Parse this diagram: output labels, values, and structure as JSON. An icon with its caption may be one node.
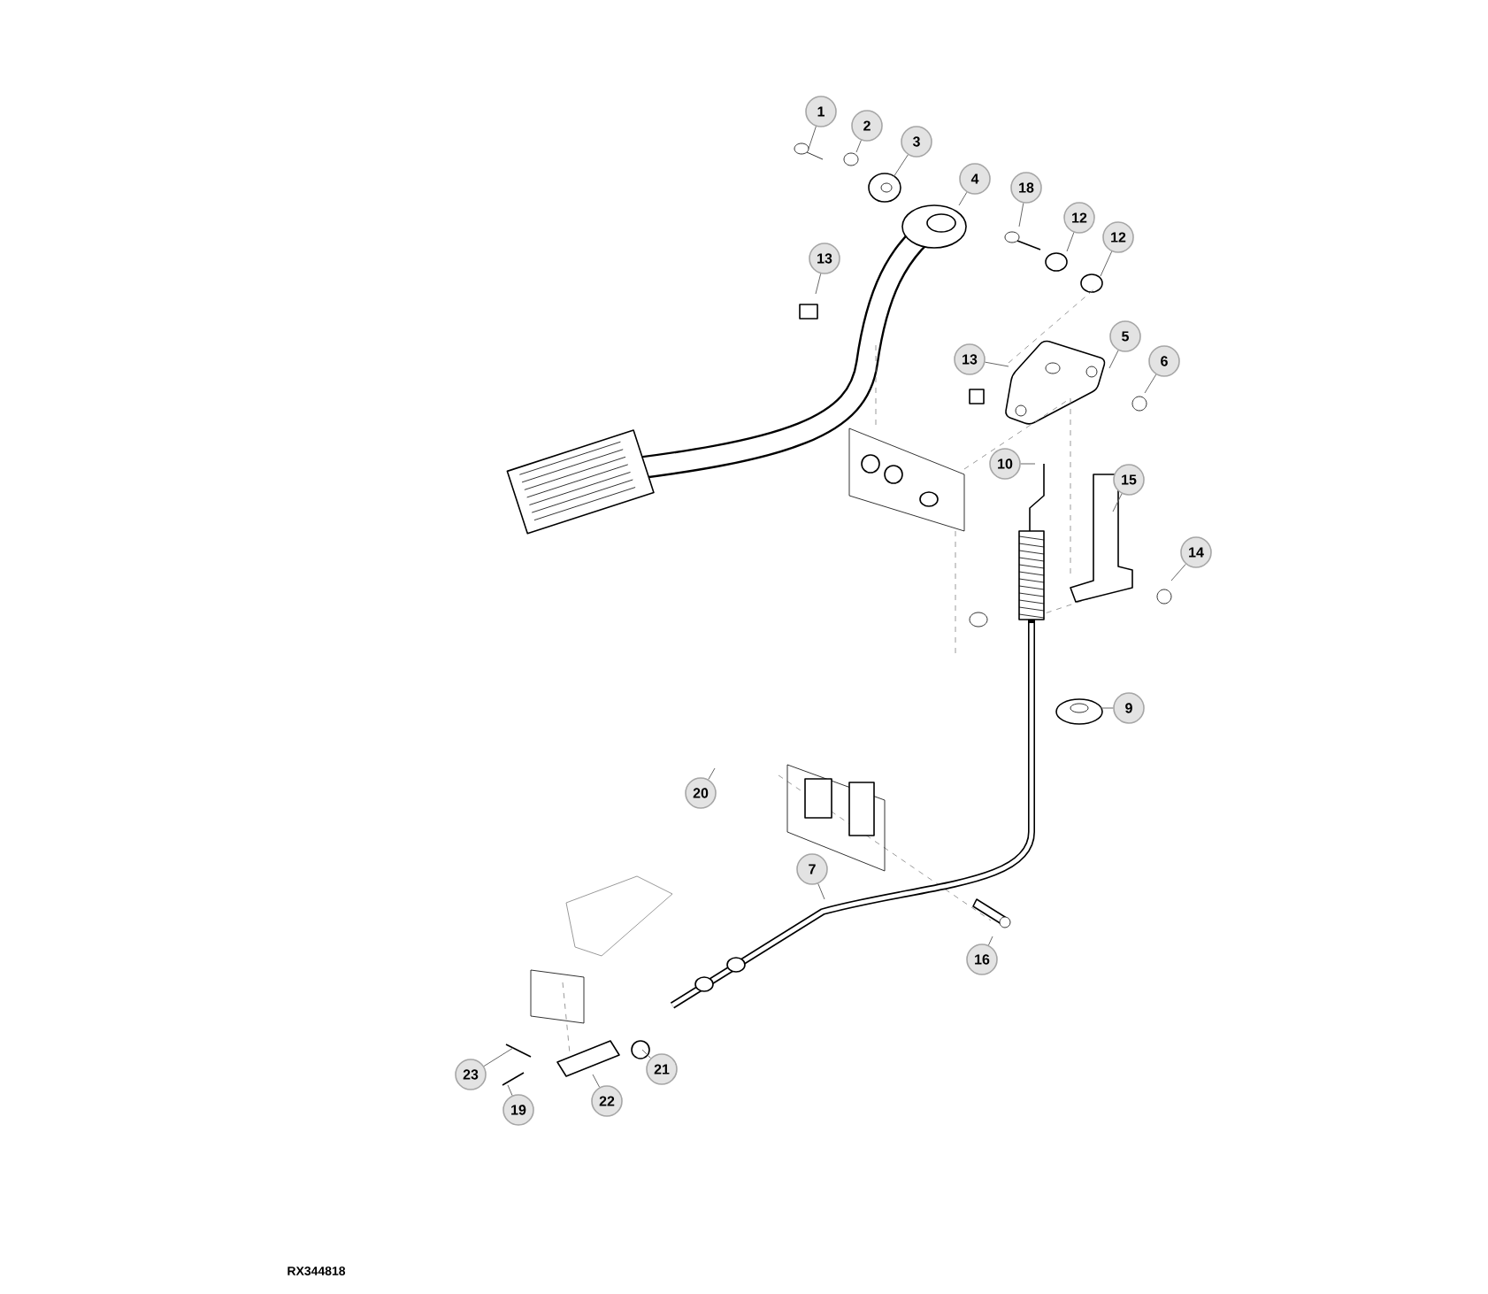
{
  "diagram": {
    "nodes": [
      {
        "text": [
          "1"
        ]
      },
      {
        "text": [
          "2"
        ]
      },
      {
        "text": [
          "3"
        ]
      },
      {
        "text": [
          "4"
        ]
      },
      {
        "text": [
          "18"
        ]
      },
      {
        "text": [
          "12"
        ]
      },
      {
        "text": [
          "12"
        ]
      },
      {
        "text": [
          "13"
        ]
      },
      {
        "text": [
          "5"
        ]
      },
      {
        "text": [
          "6"
        ]
      },
      {
        "text": [
          "13"
        ]
      },
      {
        "text": [
          "10"
        ]
      },
      {
        "text": [
          "15"
        ]
      },
      {
        "text": [
          "14"
        ]
      },
      {
        "text": [
          "9"
        ]
      },
      {
        "text": [
          "20"
        ]
      },
      {
        "text": [
          "7"
        ]
      },
      {
        "text": [
          "16"
        ]
      },
      {
        "text": [
          "23"
        ]
      },
      {
        "text": [
          "19"
        ]
      },
      {
        "text": [
          "22"
        ]
      },
      {
        "text": [
          "21"
        ]
      }
    ],
    "edges": [
      {
        "from": 0,
        "to": null,
        "arrow": "none"
      },
      {
        "from": 1,
        "to": null,
        "arrow": "none"
      },
      {
        "from": 2,
        "to": null,
        "arrow": "none"
      },
      {
        "from": 3,
        "to": null,
        "arrow": "none"
      },
      {
        "from": 4,
        "to": null,
        "arrow": "none"
      },
      {
        "from": 5,
        "to": null,
        "arrow": "none"
      },
      {
        "from": 6,
        "to": null,
        "arrow": "none"
      },
      {
        "from": 7,
        "to": null,
        "arrow": "none"
      },
      {
        "from": 8,
        "to": null,
        "arrow": "none"
      },
      {
        "from": 9,
        "to": null,
        "arrow": "none"
      },
      {
        "from": 10,
        "to": null,
        "arrow": "none"
      },
      {
        "from": 11,
        "to": null,
        "arrow": "none"
      },
      {
        "from": 12,
        "to": null,
        "arrow": "none"
      },
      {
        "from": 13,
        "to": null,
        "arrow": "none"
      },
      {
        "from": 14,
        "to": null,
        "arrow": "none"
      },
      {
        "from": 15,
        "to": null,
        "arrow": "none"
      },
      {
        "from": 16,
        "to": null,
        "arrow": "none"
      },
      {
        "from": 17,
        "to": null,
        "arrow": "none"
      },
      {
        "from": 18,
        "to": null,
        "arrow": "none"
      },
      {
        "from": 19,
        "to": null,
        "arrow": "none"
      },
      {
        "from": 20,
        "to": null,
        "arrow": "none"
      },
      {
        "from": 21,
        "to": null,
        "arrow": "none"
      }
    ],
    "labels": [
      "RX344818"
    ]
  }
}
